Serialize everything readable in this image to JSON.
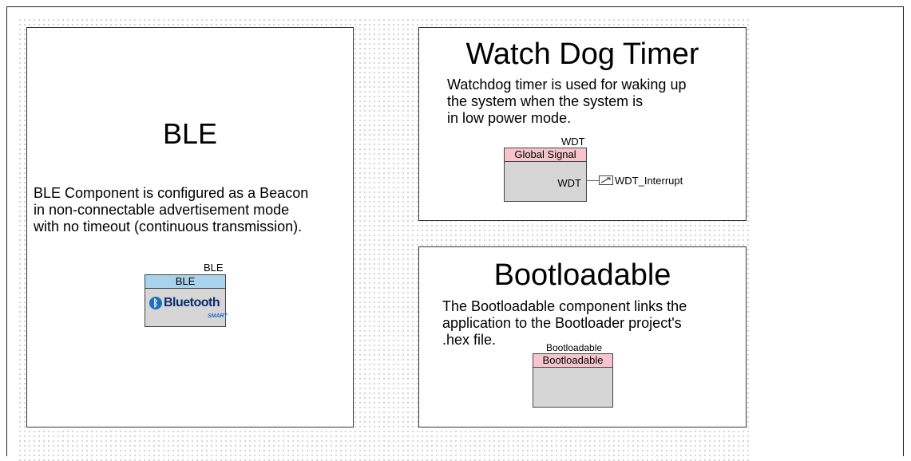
{
  "ble": {
    "title": "BLE",
    "description": "BLE Component is configured as a Beacon\nin non-connectable advertisement mode\nwith no timeout (continuous transmission).",
    "instance_name": "BLE",
    "component_header": "BLE",
    "logo_text": "Bluetooth",
    "logo_subtext": "SMART",
    "header_color": "#a9d3ea"
  },
  "wdt": {
    "title": "Watch Dog Timer",
    "description": "Watchdog timer is used for waking up\nthe system when the system is\nin low power mode.",
    "instance_name": "WDT",
    "component_header": "Global Signal",
    "terminal": "WDT",
    "interrupt_label": "WDT_Interrupt",
    "header_color": "#f6c4cc",
    "wire_color": "#2e8b2e"
  },
  "boot": {
    "title": "Bootloadable",
    "description": "The Bootloadable component links the\napplication to the Bootloader project's\n.hex file.",
    "instance_name": "Bootloadable",
    "component_header": "Bootloadable",
    "header_color": "#f6c4cc"
  }
}
